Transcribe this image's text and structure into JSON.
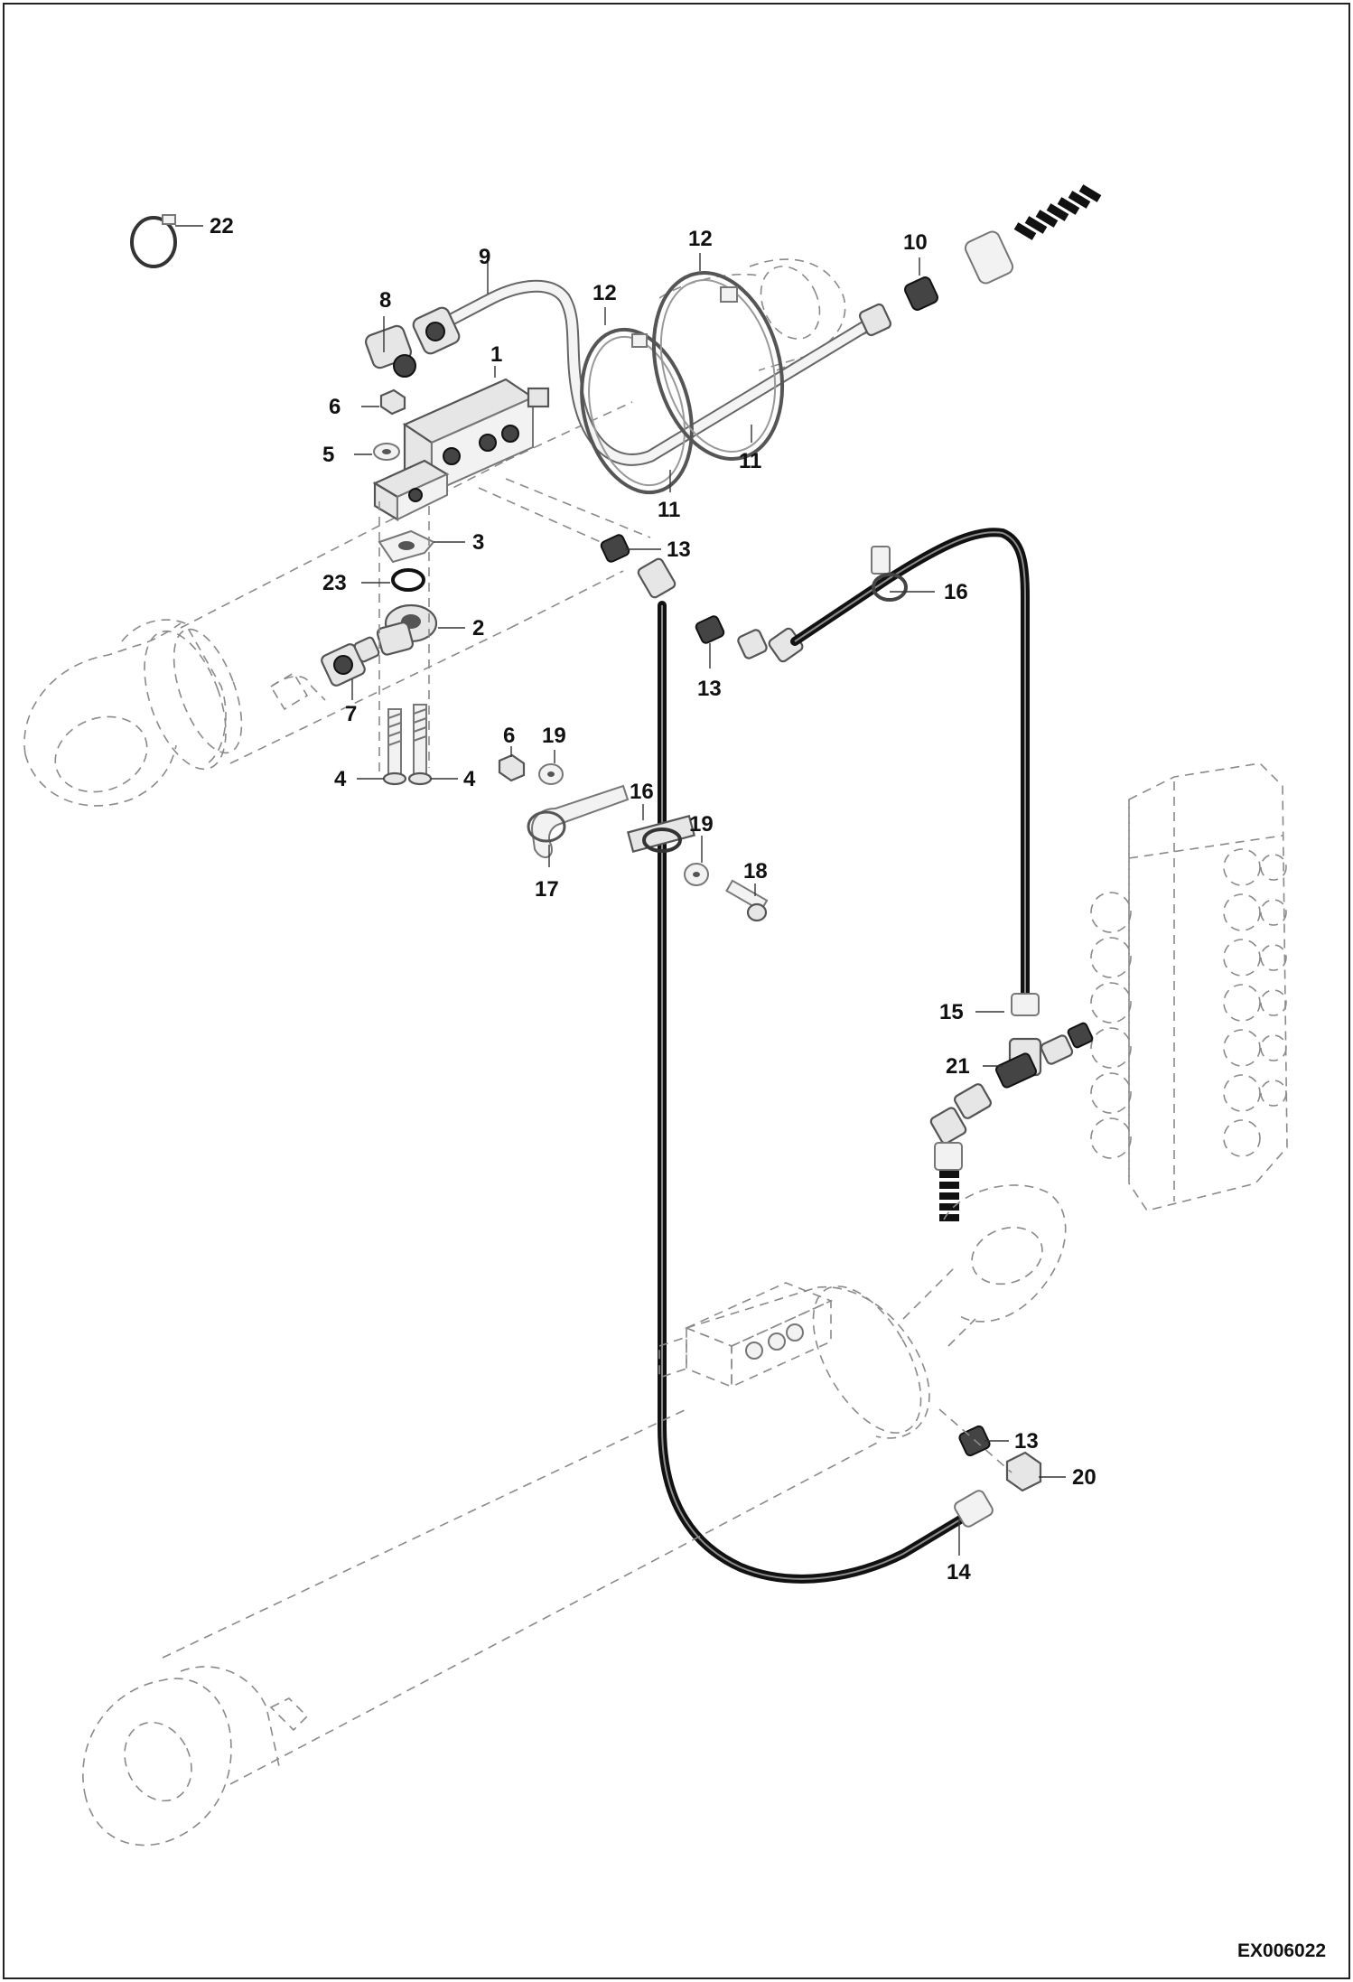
{
  "callouts": {
    "c1": "1",
    "c2": "2",
    "c3": "3",
    "c4a": "4",
    "c4b": "4",
    "c5": "5",
    "c6a": "6",
    "c6b": "6",
    "c7": "7",
    "c8": "8",
    "c9": "9",
    "c10": "10",
    "c11a": "11",
    "c11b": "11",
    "c12a": "12",
    "c12b": "12",
    "c13a": "13",
    "c13b": "13",
    "c13c": "13",
    "c14": "14",
    "c15": "15",
    "c16a": "16",
    "c16b": "16",
    "c17": "17",
    "c18": "18",
    "c19a": "19",
    "c19b": "19",
    "c20": "20",
    "c21": "21",
    "c22": "22",
    "c23": "23"
  },
  "drawing_code": "EX006022"
}
